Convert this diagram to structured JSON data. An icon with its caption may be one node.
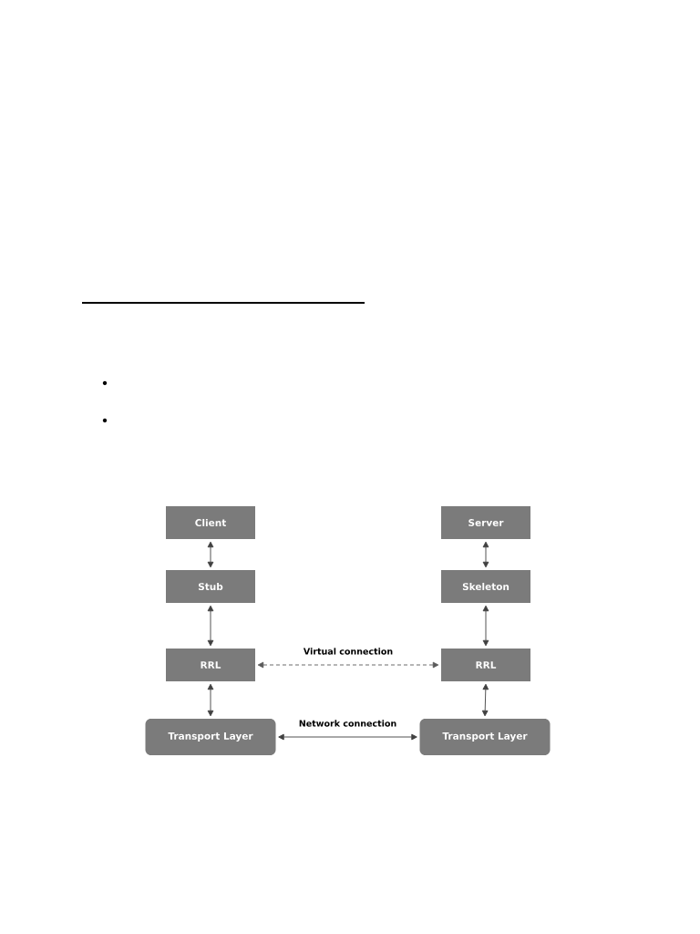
{
  "diagram": {
    "nodes": [
      {
        "text": [
          "Client"
        ]
      },
      {
        "text": [
          "Server"
        ]
      },
      {
        "text": [
          "Stub"
        ]
      },
      {
        "text": [
          "Skeleton"
        ]
      },
      {
        "text": [
          "RRL"
        ]
      },
      {
        "text": [
          "RRL"
        ]
      },
      {
        "text": [
          "Transport Layer"
        ]
      },
      {
        "text": [
          "Transport Layer"
        ]
      }
    ],
    "edges": [
      {
        "from": 0,
        "to": 2,
        "arrow": "both"
      },
      {
        "from": 1,
        "to": 3,
        "arrow": "both"
      },
      {
        "from": 2,
        "to": 4,
        "arrow": "both"
      },
      {
        "from": 3,
        "to": 5,
        "arrow": "both"
      },
      {
        "from": 4,
        "to": 5,
        "arrow": "both",
        "label": "Virtual connection",
        "style": "dashed"
      },
      {
        "from": 4,
        "to": 6,
        "arrow": "both"
      },
      {
        "from": 5,
        "to": 7,
        "arrow": "both"
      },
      {
        "from": 6,
        "to": 7,
        "arrow": "both",
        "label": "Network connection"
      }
    ]
  }
}
